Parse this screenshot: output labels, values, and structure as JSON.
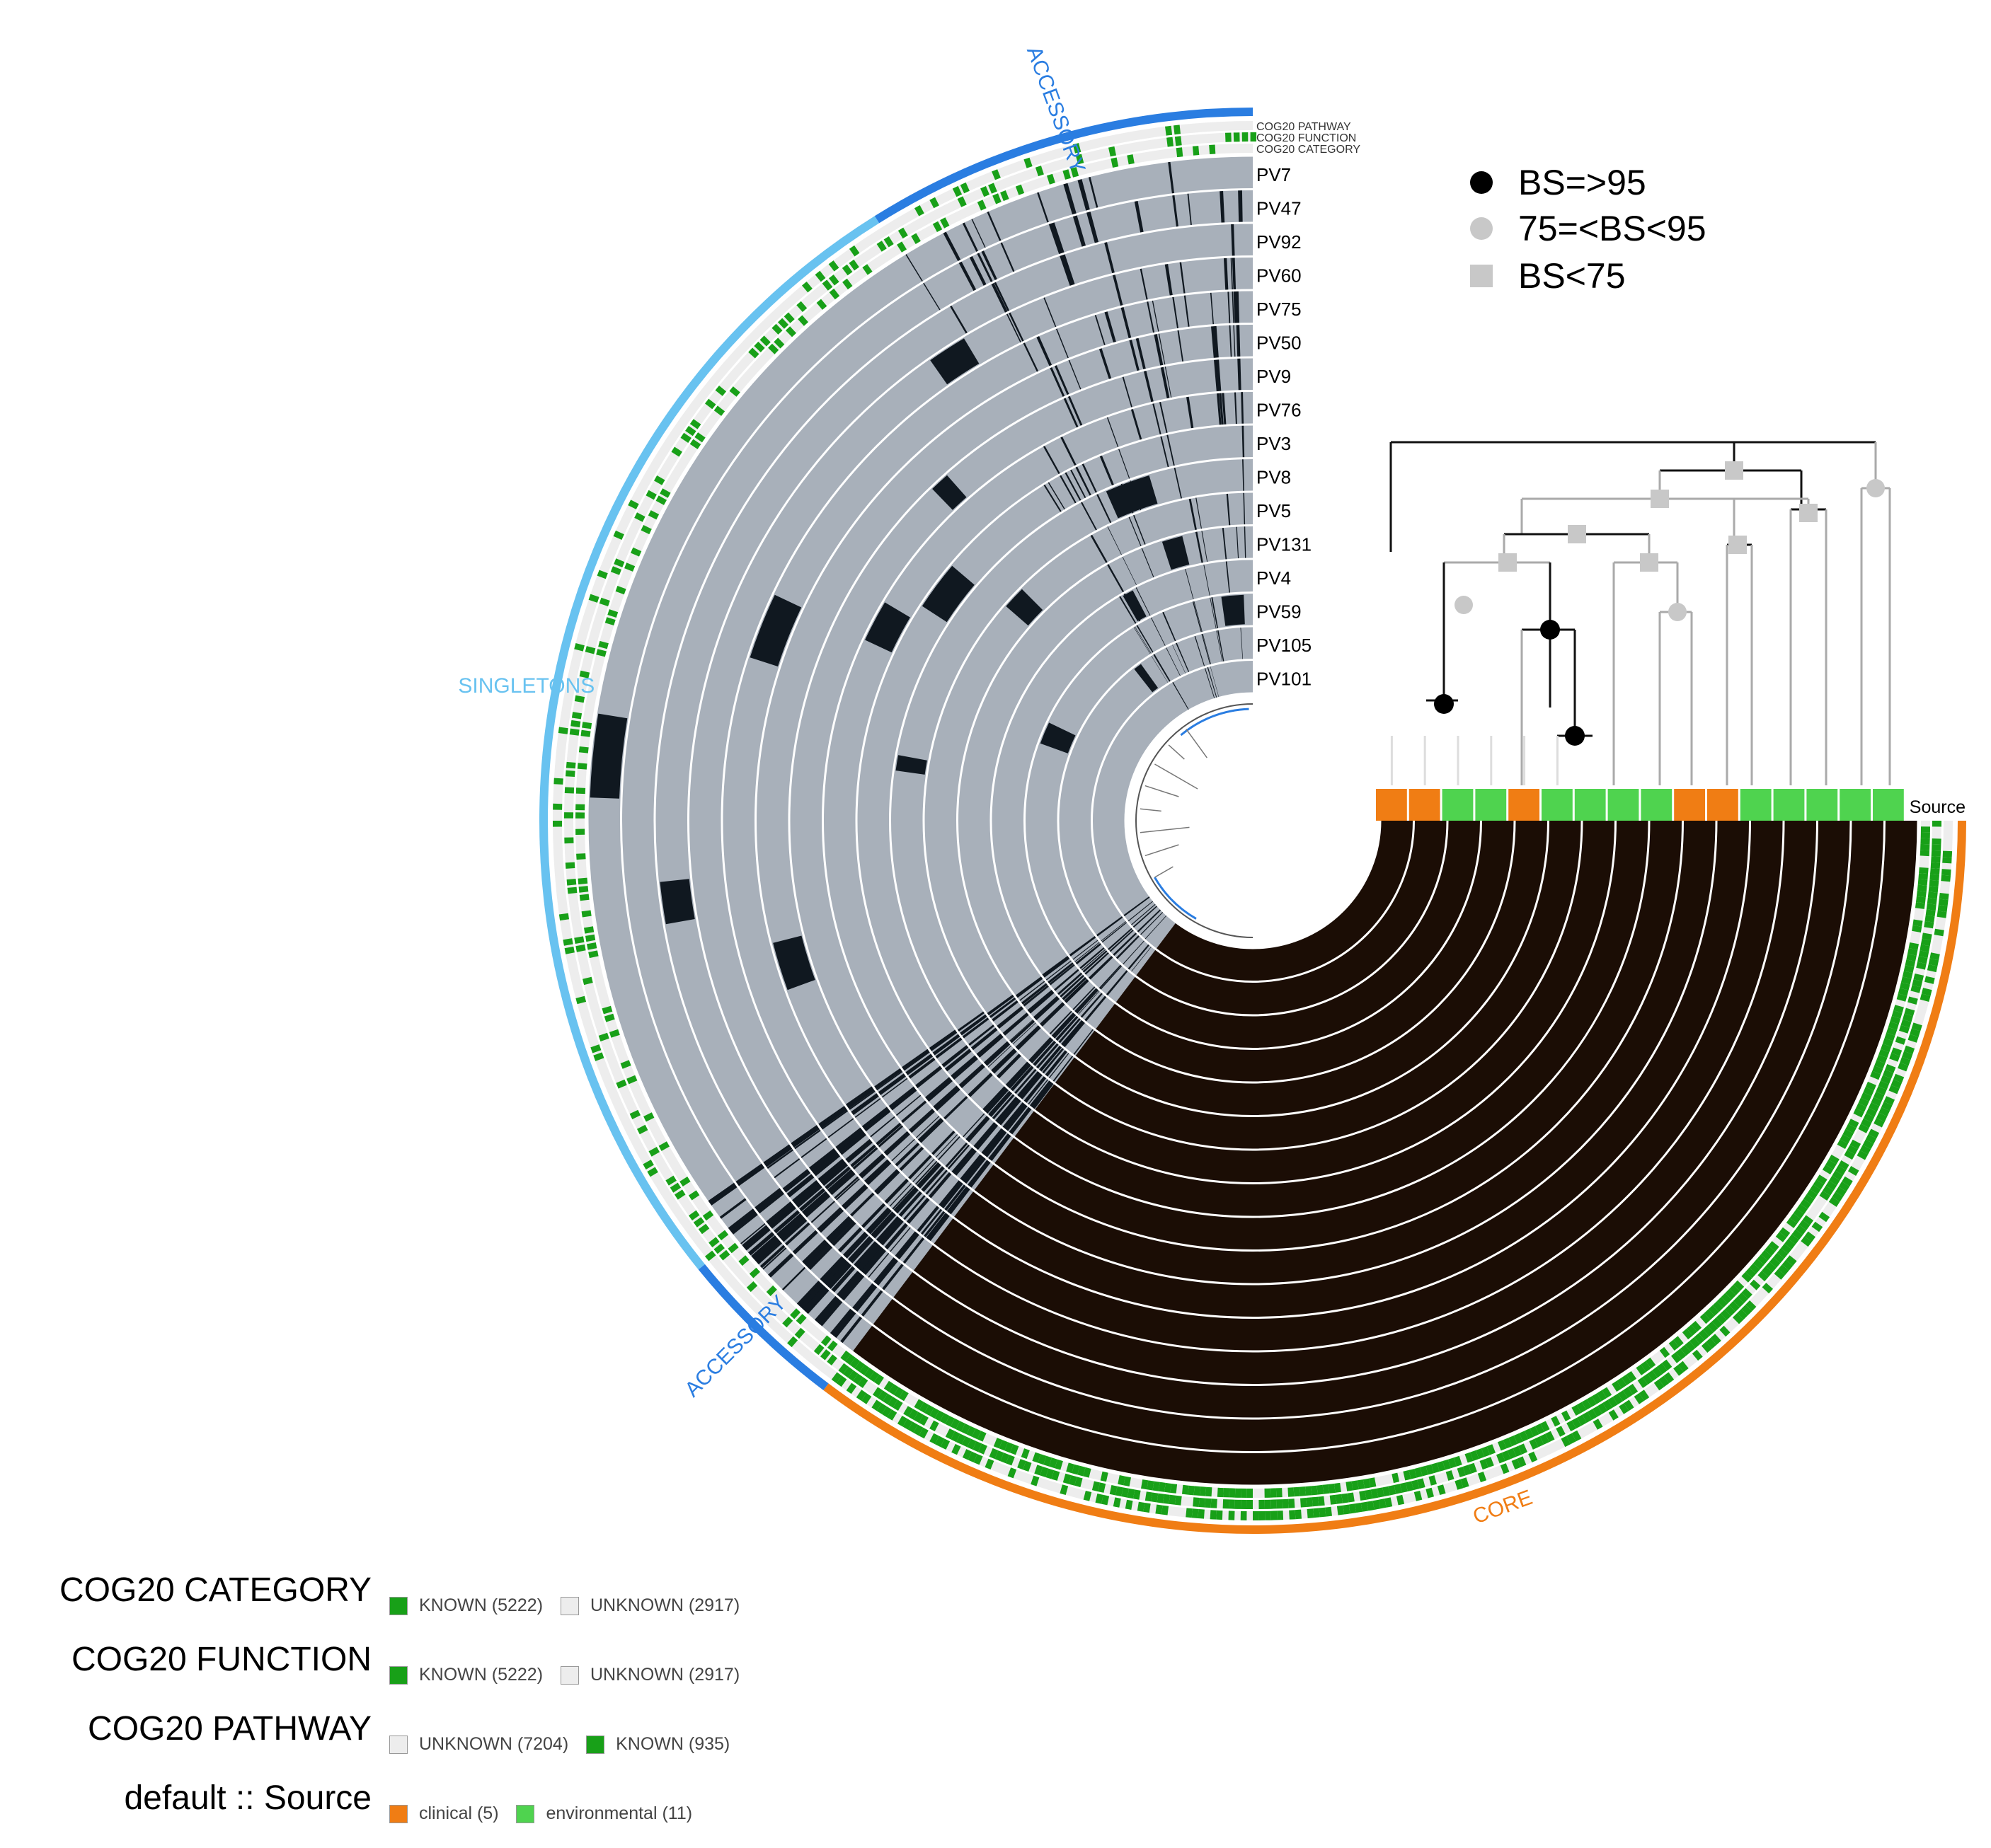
{
  "colors": {
    "known": "#18a018",
    "unknown": "#ededed",
    "clinical": "#f07d14",
    "environmental": "#4fd34f",
    "present_core": "#1b0d05",
    "absent_gray": "#a8b0ba",
    "present_dark": "#101820",
    "accessory": "#2a7de1",
    "singletons": "#68c2f0",
    "core": "#f07d14"
  },
  "bin_labels": {
    "accessory_top": "ACCESSORY",
    "singletons": "SINGLETONS",
    "accessory_bottom": "ACCESSORY",
    "core": "CORE"
  },
  "layer_labels": {
    "cog20_pathway": "COG20 PATHWAY",
    "cog20_function": "COG20 FUNCTION",
    "cog20_category": "COG20 CATEGORY",
    "source": "Source"
  },
  "genomes": [
    "PV7",
    "PV47",
    "PV92",
    "PV60",
    "PV75",
    "PV50",
    "PV9",
    "PV76",
    "PV3",
    "PV8",
    "PV5",
    "PV131",
    "PV4",
    "PV59",
    "PV105",
    "PV101"
  ],
  "source_strip": [
    "clinical",
    "clinical",
    "environmental",
    "environmental",
    "clinical",
    "environmental",
    "environmental",
    "environmental",
    "environmental",
    "clinical",
    "clinical",
    "environmental",
    "environmental",
    "environmental",
    "environmental",
    "environmental"
  ],
  "bootstrap_legend": [
    {
      "shape": "circle-black",
      "label": "BS=>95"
    },
    {
      "shape": "circle-gray",
      "label": "75=<BS<95"
    },
    {
      "shape": "square-gray",
      "label": "BS<75"
    }
  ],
  "legend": [
    {
      "title": "COG20 CATEGORY",
      "items": [
        {
          "label": "KNOWN (5222)",
          "color": "#18a018"
        },
        {
          "label": "UNKNOWN (2917)",
          "color": "#ededed"
        }
      ]
    },
    {
      "title": "COG20 FUNCTION",
      "items": [
        {
          "label": "KNOWN (5222)",
          "color": "#18a018"
        },
        {
          "label": "UNKNOWN (2917)",
          "color": "#ededed"
        }
      ]
    },
    {
      "title": "COG20 PATHWAY",
      "items": [
        {
          "label": "UNKNOWN (7204)",
          "color": "#ededed"
        },
        {
          "label": "KNOWN (935)",
          "color": "#18a018"
        }
      ]
    },
    {
      "title": "default :: Source",
      "items": [
        {
          "label": "clinical (5)",
          "color": "#f07d14"
        },
        {
          "label": "environmental (11)",
          "color": "#4fd34f"
        }
      ]
    }
  ]
}
